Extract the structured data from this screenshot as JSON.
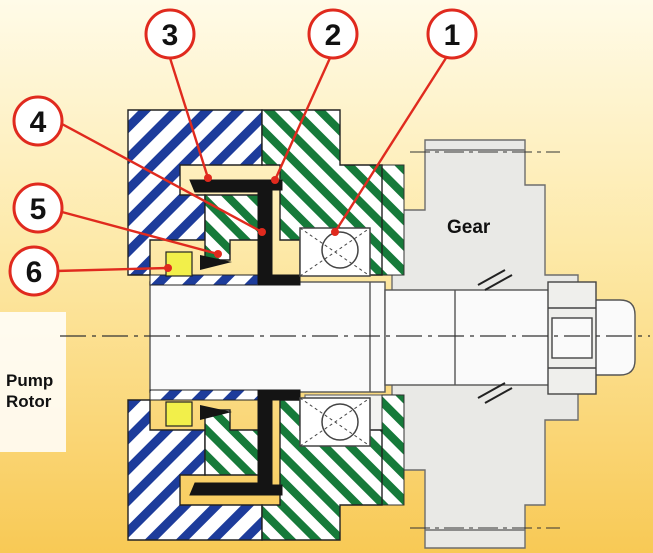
{
  "callouts": [
    {
      "num": "3"
    },
    {
      "num": "2"
    },
    {
      "num": "1"
    },
    {
      "num": "4"
    },
    {
      "num": "5"
    },
    {
      "num": "6"
    }
  ],
  "labels": {
    "gear": "Gear",
    "pump_line1": "Pump",
    "pump_line2": "Rotor"
  },
  "colors": {
    "background_top": "#fffbe8",
    "background_bottom": "#f8c955",
    "blue_hatch": "#1d3c9b",
    "green_hatch": "#167a3a",
    "seal_black": "#141414",
    "callout_red": "#e02a1e",
    "spacer_yellow": "#f2ef4a"
  }
}
